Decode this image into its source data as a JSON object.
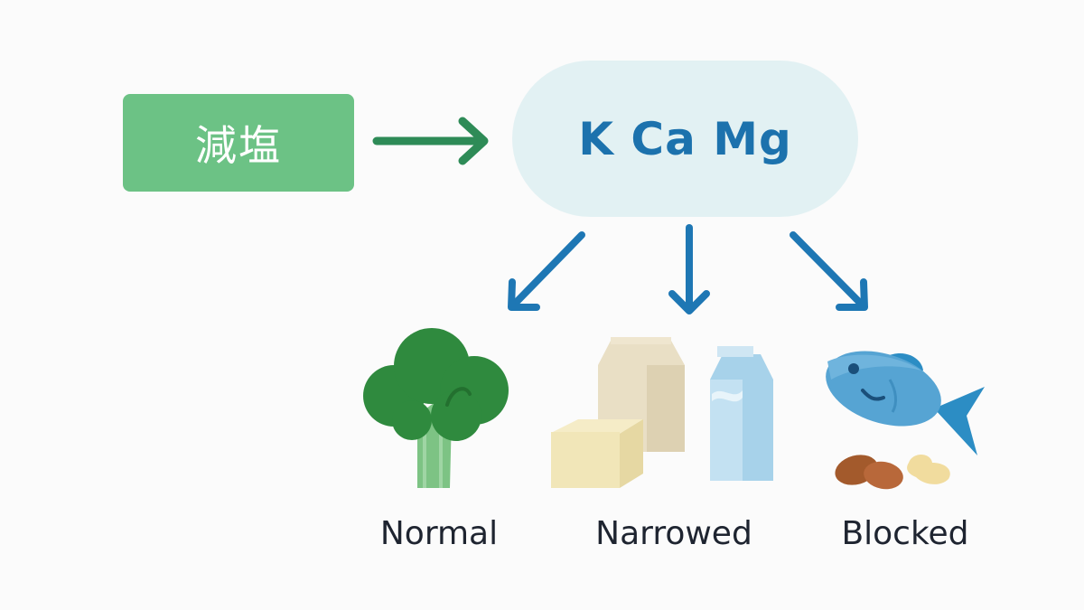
{
  "source": {
    "label": "減塩"
  },
  "minerals": {
    "label": "K Ca Mg"
  },
  "outcomes": [
    {
      "label": "Normal",
      "icon": "broccoli-icon"
    },
    {
      "label": "Narrowed",
      "icon": "dairy-icon"
    },
    {
      "label": "Blocked",
      "icon": "fish-nuts-icon"
    }
  ],
  "colors": {
    "source_box": "#6cc285",
    "green_arrow": "#2e8b57",
    "minerals_pill": "#e2f1f3",
    "minerals_text": "#1c72ad",
    "blue_arrows": "#1e77b4",
    "caption_text": "#1e2430"
  }
}
